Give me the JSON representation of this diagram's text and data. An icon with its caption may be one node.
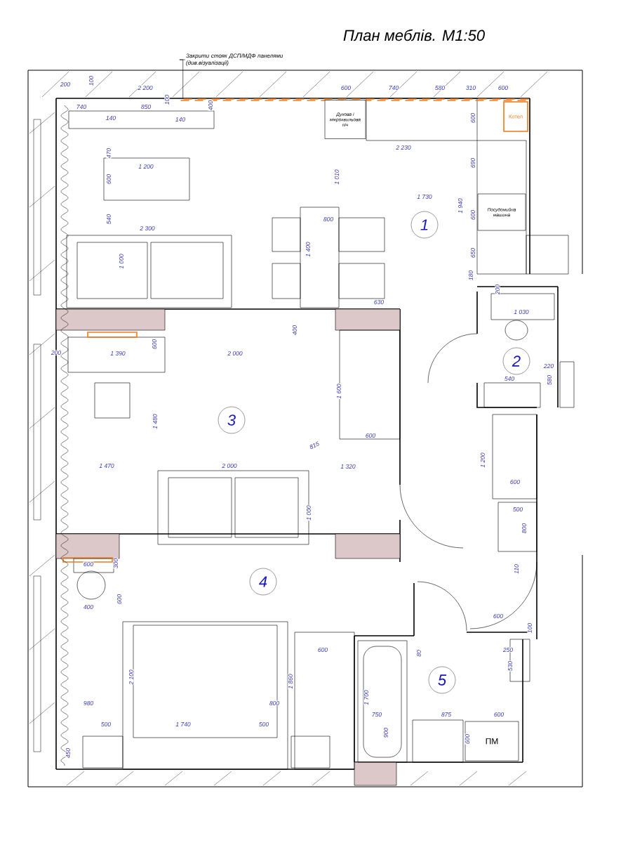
{
  "diagram": {
    "title": "План меблів. М1:50",
    "nodes": [
      {
        "text": [
          "Закрити стояк ДСП/МДФ панелями (див.візуалізації)"
        ]
      },
      {
        "text": [],
        "shape": "bar"
      },
      {
        "text": [
          "Духова і мікрохвильова піч"
        ]
      },
      {
        "text": [
          "Котел"
        ]
      },
      {
        "text": [
          "Посудомийна машина"
        ]
      },
      {
        "text": [
          "ПМ"
        ]
      },
      {
        "text": [
          "1"
        ]
      },
      {
        "text": [
          "2"
        ]
      },
      {
        "text": [
          "3"
        ]
      },
      {
        "text": [
          "4"
        ]
      },
      {
        "text": [
          "5"
        ]
      }
    ],
    "edges": [
      {
        "from": 0,
        "to": 1,
        "arrow": "none"
      }
    ],
    "labels": [
      "200",
      "100",
      "2 200",
      "740",
      "850",
      "100",
      "140",
      "140",
      "400",
      "470",
      "1 200",
      "600",
      "540",
      "2 300",
      "1 000",
      "600",
      "740",
      "580",
      "310",
      "600",
      "600",
      "2 230",
      "1 010",
      "690",
      "1 730",
      "1 940",
      "600",
      "800",
      "1 400",
      "650",
      "180",
      "200",
      "630",
      "1 030",
      "220",
      "540",
      "580",
      "200",
      "1 390",
      "600",
      "400",
      "2 000",
      "1 600",
      "1 480",
      "815",
      "600",
      "1 470",
      "2 000",
      "1 320",
      "1 000",
      "1 200",
      "600",
      "500",
      "800",
      "110",
      "600",
      "300",
      "600",
      "400",
      "2 100",
      "980",
      "500",
      "1 740",
      "500",
      "800",
      "1 860",
      "600",
      "450",
      "600",
      "100",
      "80",
      "250",
      "530",
      "1 700",
      "750",
      "875",
      "600",
      "900",
      "600"
    ]
  }
}
